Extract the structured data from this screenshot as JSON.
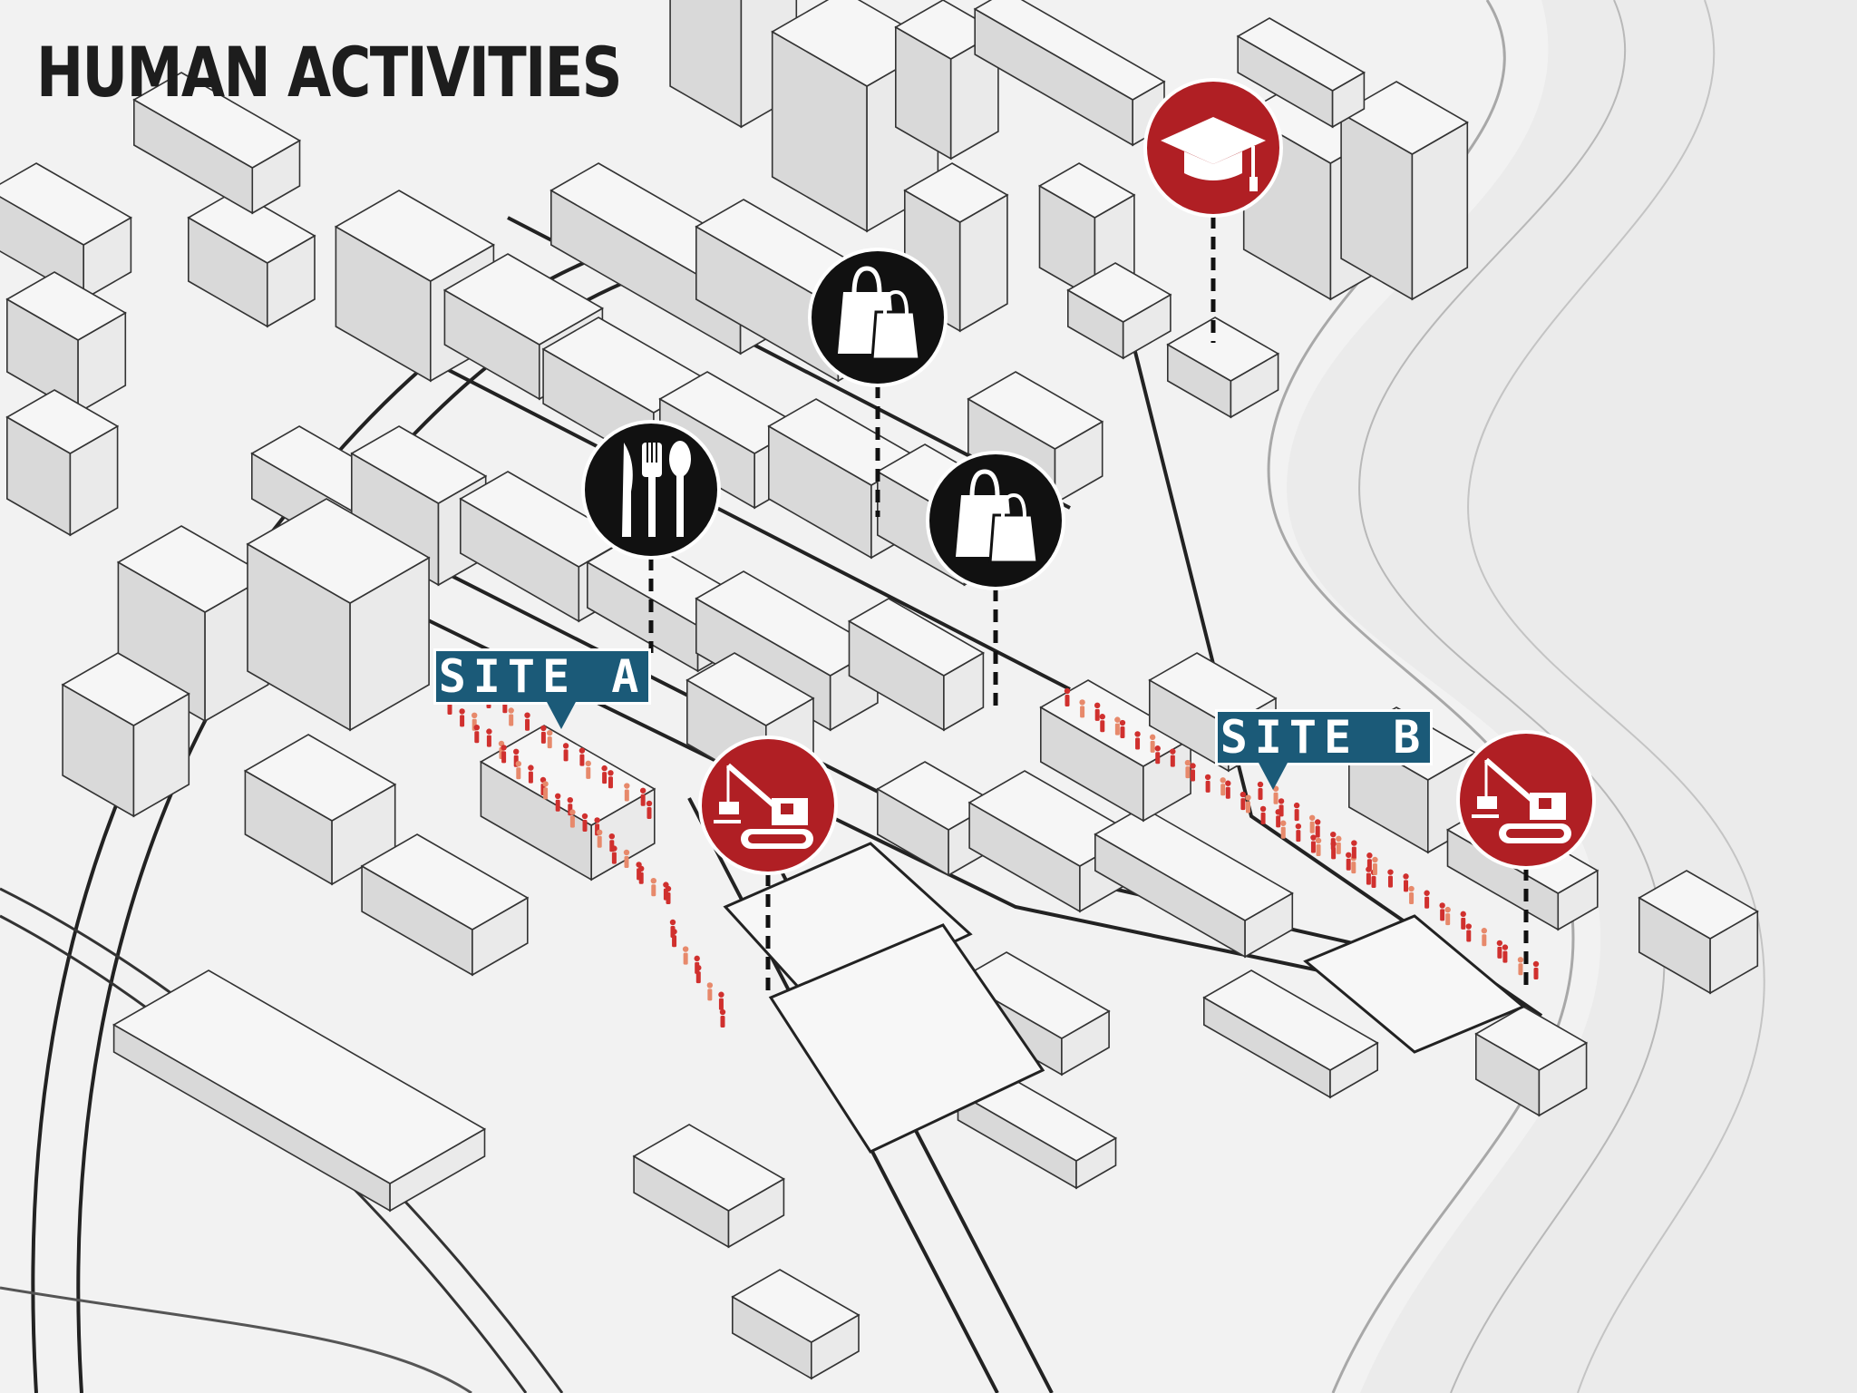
{
  "title": "HUMAN ACTIVITIES",
  "site_a": {
    "label": "SITE A"
  },
  "site_b": {
    "label": "SITE B"
  },
  "colors": {
    "site_label": "#1b5a78",
    "construction_marker": "#b01f24",
    "amenity_marker": "#111111",
    "pedestrian": "#d0302e",
    "pedestrian_light": "#e7896b",
    "building_fill": "#e4e4e4",
    "outline": "#222222"
  },
  "markers": [
    {
      "name": "education-marker",
      "icon": "graduation-cap-icon",
      "color": "#b01f24"
    },
    {
      "name": "shopping-marker-north",
      "icon": "shopping-bags-icon",
      "color": "#111111"
    },
    {
      "name": "dining-marker",
      "icon": "cutlery-icon",
      "color": "#111111"
    },
    {
      "name": "shopping-marker-south",
      "icon": "shopping-bags-icon",
      "color": "#111111"
    },
    {
      "name": "construction-marker-site-a",
      "icon": "crane-icon",
      "color": "#b01f24"
    },
    {
      "name": "construction-marker-site-b",
      "icon": "crane-icon",
      "color": "#b01f24"
    }
  ]
}
